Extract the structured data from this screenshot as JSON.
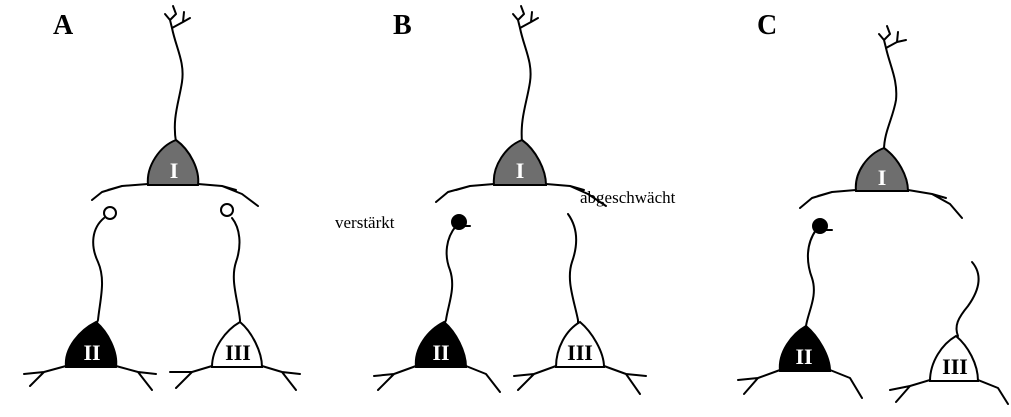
{
  "panels": [
    {
      "label": "A",
      "neurons": [
        {
          "numeral": "I",
          "fill": "#6e6e6e",
          "text_color": "#ffffff"
        },
        {
          "numeral": "II",
          "fill": "#000000",
          "text_color": "#ffffff"
        },
        {
          "numeral": "III",
          "fill": "#ffffff",
          "text_color": "#000000"
        }
      ],
      "synapses": {
        "left": "open",
        "right": "open"
      }
    },
    {
      "label": "B",
      "neurons": [
        {
          "numeral": "I",
          "fill": "#6e6e6e",
          "text_color": "#ffffff"
        },
        {
          "numeral": "II",
          "fill": "#000000",
          "text_color": "#ffffff"
        },
        {
          "numeral": "III",
          "fill": "#ffffff",
          "text_color": "#000000"
        }
      ],
      "synapses": {
        "left": "filled",
        "right": "absent"
      },
      "annotations": {
        "strengthened": "verstärkt",
        "weakened": "abgeschwächt"
      }
    },
    {
      "label": "C",
      "neurons": [
        {
          "numeral": "I",
          "fill": "#6e6e6e",
          "text_color": "#ffffff"
        },
        {
          "numeral": "II",
          "fill": "#000000",
          "text_color": "#ffffff"
        },
        {
          "numeral": "III",
          "fill": "#ffffff",
          "text_color": "#000000"
        }
      ],
      "synapses": {
        "left": "filled",
        "right": "detached"
      }
    }
  ]
}
